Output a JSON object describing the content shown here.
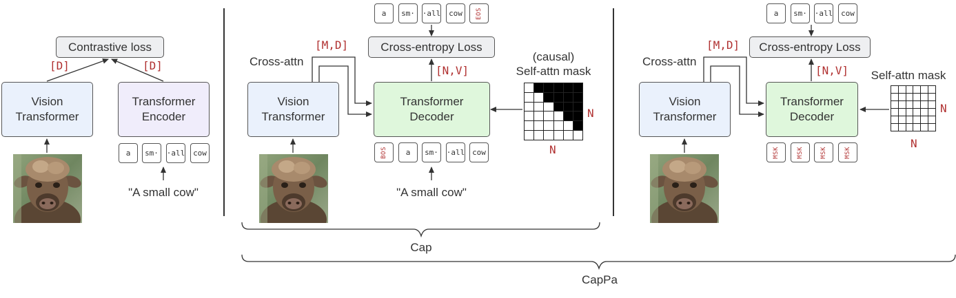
{
  "contrastive": {
    "loss_label": "Contrastive loss",
    "vit_label": "Vision\nTransformer",
    "encoder_label": "Transformer\nEncoder",
    "dim_left": "[D]",
    "dim_right": "[D]",
    "tokens": [
      "a",
      "sm·",
      "·all",
      "cow"
    ],
    "caption": "\"A small cow\""
  },
  "cap": {
    "loss_label": "Cross-entropy Loss",
    "vit_label": "Vision\nTransformer",
    "decoder_label": "Transformer\nDecoder",
    "cross_attn_label": "Cross-attn",
    "md_label": "[M,D]",
    "nv_label": "[N,V]",
    "mask_title": "(causal)\nSelf-attn mask",
    "n_right": "N",
    "n_bottom": "N",
    "output_tokens": [
      "a",
      "sm·",
      "·all",
      "cow",
      "EOS"
    ],
    "input_tokens": [
      "BOS",
      "a",
      "sm·",
      "·all",
      "cow"
    ],
    "caption": "\"A small cow\"",
    "brace_label": "Cap"
  },
  "cappa": {
    "loss_label": "Cross-entropy Loss",
    "vit_label": "Vision\nTransformer",
    "decoder_label": "Transformer\nDecoder",
    "cross_attn_label": "Cross-attn",
    "md_label": "[M,D]",
    "nv_label": "[N,V]",
    "mask_title": "Self-attn mask",
    "n_right": "N",
    "n_bottom": "N",
    "output_tokens": [
      "a",
      "sm·",
      "·all",
      "cow"
    ],
    "input_tokens": [
      "MSK",
      "MSK",
      "MSK",
      "MSK"
    ],
    "brace_label": "CapPa"
  },
  "colors": {
    "accent_red": "#b03030",
    "decoder_fill": "#dff7dc",
    "vit_fill": "#eaf1fc",
    "encoder_fill": "#f0edfb",
    "loss_fill": "#eeeff1"
  },
  "masks": {
    "causal_size": 6,
    "full_size": 6
  }
}
